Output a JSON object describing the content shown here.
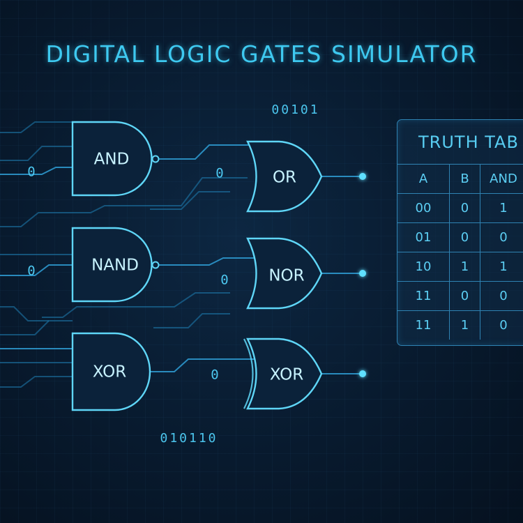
{
  "title": "DIGITAL LOGIC GATES SIMULATOR",
  "bit_strings": {
    "top": "00101",
    "bottom": "010110"
  },
  "gates": {
    "and": "AND",
    "nand": "NAND",
    "xor_left": "XOR",
    "or": "OR",
    "nor": "NOR",
    "xor_right": "XOR"
  },
  "wire_values": {
    "and_input": "0",
    "nand_input": "0",
    "and_to_or": "0",
    "nand_to_nor": "0",
    "xor_to_xor": "0"
  },
  "truth_table": {
    "title": "TRUTH TAB",
    "headers": [
      "A",
      "B",
      "AND"
    ],
    "rows": [
      [
        "00",
        "0",
        "1"
      ],
      [
        "01",
        "0",
        "0"
      ],
      [
        "10",
        "1",
        "1"
      ],
      [
        "11",
        "0",
        "0"
      ],
      [
        "11",
        "1",
        "0"
      ]
    ]
  },
  "colors": {
    "background": "#081a2e",
    "accent": "#3ec9f0",
    "wire": "#2f9fd6"
  }
}
